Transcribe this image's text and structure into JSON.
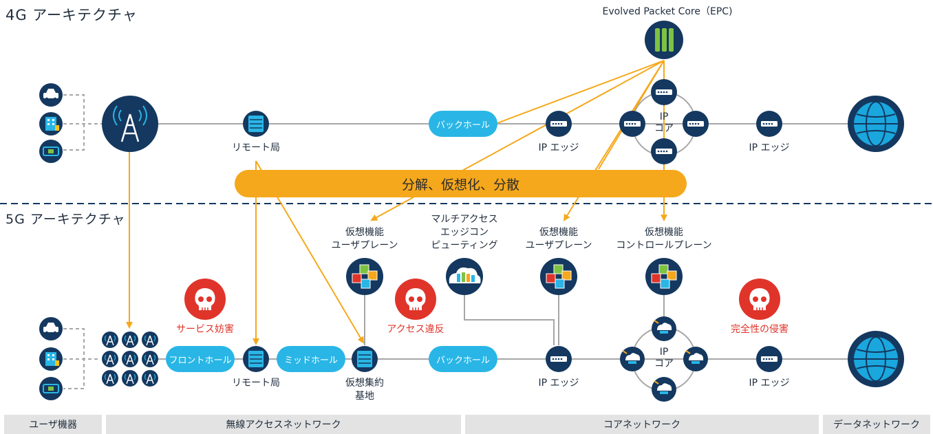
{
  "titles": {
    "arch_4g": "4G アーキテクチャ",
    "arch_5g": "5G アーキテクチャ",
    "epc": "Evolved Packet Core（EPC)"
  },
  "labels_4g": {
    "remote_station": "リモート局",
    "ip_edge_left": "IP エッジ",
    "ip_core_line1": "IP",
    "ip_core_line2": "コア",
    "ip_edge_right": "IP エッジ",
    "backhaul": "バックホール"
  },
  "banner": "分解、仮想化、分散",
  "labels_5g": {
    "vf_user_plane_1": [
      "仮想機能",
      "ユーザプレーン"
    ],
    "mec": [
      "マルチアクセス",
      "エッジコン",
      "ピューティング"
    ],
    "vf_user_plane_2": [
      "仮想機能",
      "ユーザプレーン"
    ],
    "vf_control_plane": [
      "仮想機能",
      "コントロールプレーン"
    ],
    "fronthaul": "フロントホール",
    "midhaul": "ミッドホール",
    "backhaul": "バックホール",
    "remote_station": "リモート局",
    "vaggregation": [
      "仮想集約",
      "基地"
    ],
    "ip_edge_left": "IP エッジ",
    "ip_core_line1": "IP",
    "ip_core_line2": "コア",
    "ip_edge_right": "IP エッジ"
  },
  "threats": {
    "service_disruption": "サービス妨害",
    "access_violation": "アクセス違反",
    "integrity_breach": "完全性の侵害"
  },
  "zones": {
    "user_device": "ユーザ機器",
    "radio_access": "無線アクセスネットワーク",
    "core_network": "コアネットワーク",
    "data_network": "データネットワーク"
  },
  "colors": {
    "node_navy": "#14385f",
    "accent_blue": "#29b6e6",
    "accent_orange": "#f5a81c",
    "threat_red": "#e0342a",
    "line_gray": "#a6a6a6"
  }
}
